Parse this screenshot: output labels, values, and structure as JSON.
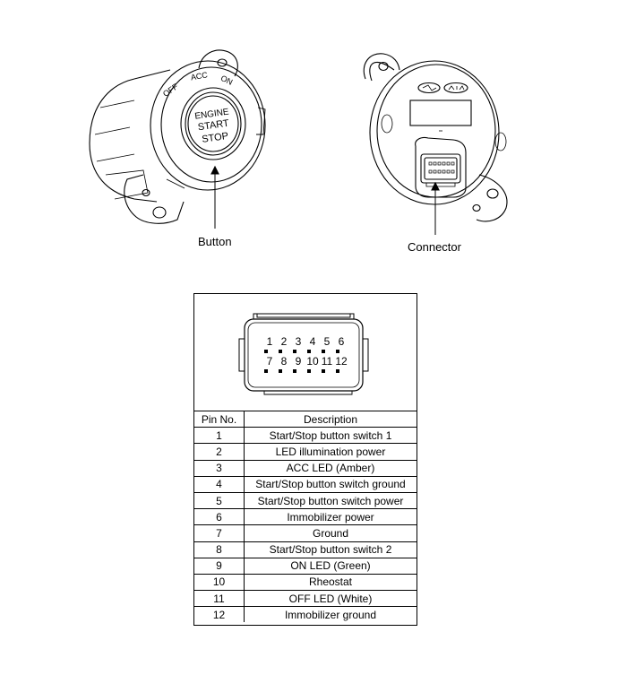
{
  "switch": {
    "engine_text": [
      "ENGINE",
      "START",
      "STOP"
    ],
    "positions": [
      "OFF",
      "ACC",
      "ON"
    ],
    "button_callout": "Button"
  },
  "rear": {
    "connector_callout": "Connector"
  },
  "connector": {
    "top_row": [
      "1",
      "2",
      "3",
      "4",
      "5",
      "6"
    ],
    "bottom_row": [
      "7",
      "8",
      "9",
      "10",
      "11",
      "12"
    ]
  },
  "table": {
    "headers": [
      "Pin No.",
      "Description"
    ],
    "rows": [
      {
        "pin": "1",
        "desc": "Start/Stop button switch 1"
      },
      {
        "pin": "2",
        "desc": "LED illumination power"
      },
      {
        "pin": "3",
        "desc": "ACC LED (Amber)"
      },
      {
        "pin": "4",
        "desc": "Start/Stop button switch ground"
      },
      {
        "pin": "5",
        "desc": "Start/Stop button switch power"
      },
      {
        "pin": "6",
        "desc": "Immobilizer power"
      },
      {
        "pin": "7",
        "desc": "Ground"
      },
      {
        "pin": "8",
        "desc": "Start/Stop button switch 2"
      },
      {
        "pin": "9",
        "desc": "ON LED (Green)"
      },
      {
        "pin": "10",
        "desc": "Rheostat"
      },
      {
        "pin": "11",
        "desc": "OFF LED (White)"
      },
      {
        "pin": "12",
        "desc": "Immobilizer ground"
      }
    ]
  }
}
